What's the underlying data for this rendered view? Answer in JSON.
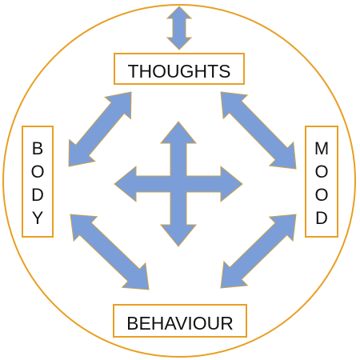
{
  "diagram": {
    "nodes": {
      "thoughts": {
        "label": "THOUGHTS"
      },
      "body": {
        "letters": [
          "B",
          "O",
          "D",
          "Y"
        ]
      },
      "mood": {
        "letters": [
          "M",
          "O",
          "O",
          "D"
        ]
      },
      "behaviour": {
        "label": "BEHAVIOUR"
      }
    },
    "arrows": [
      {
        "from": "outer-circle",
        "to": "thoughts",
        "style": "double-headed"
      },
      {
        "from": "thoughts",
        "to": "body",
        "style": "double-headed"
      },
      {
        "from": "thoughts",
        "to": "mood",
        "style": "double-headed"
      },
      {
        "from": "body",
        "to": "behaviour",
        "style": "double-headed"
      },
      {
        "from": "mood",
        "to": "behaviour",
        "style": "double-headed"
      },
      {
        "from": "center",
        "to": "all",
        "style": "four-way"
      }
    ],
    "colors": {
      "circle_stroke": "#E89F22",
      "box_stroke": "#E89F22",
      "arrow_fill": "#7B9ED9",
      "arrow_stroke": "#C9A24B",
      "text": "#111111",
      "background": "#FFFFFF"
    }
  }
}
